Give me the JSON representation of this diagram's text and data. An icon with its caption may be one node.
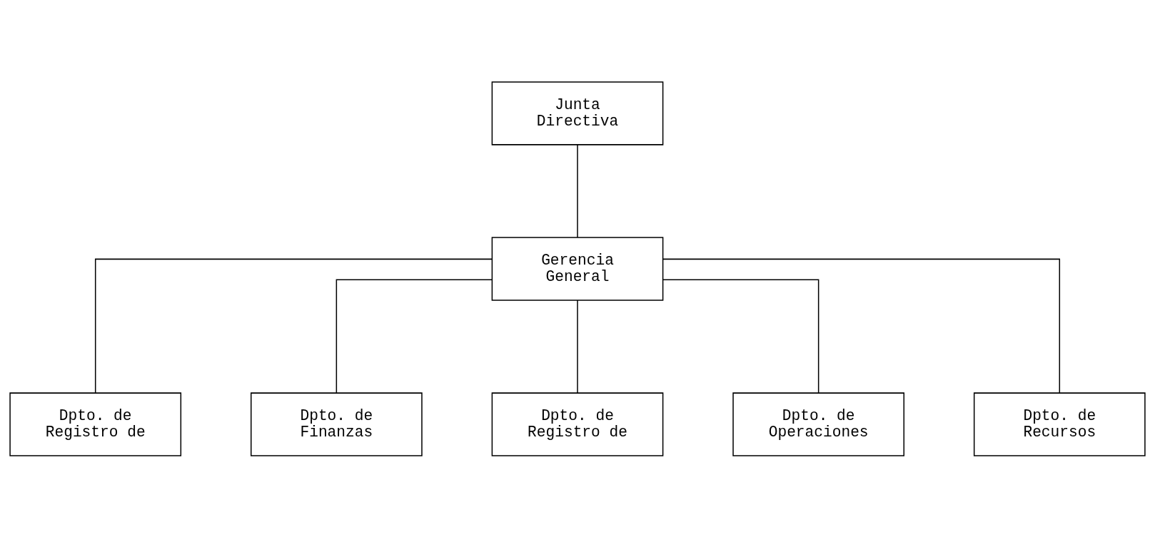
{
  "diagram": {
    "nodes": [
      {
        "text": [
          "Junta Directiva"
        ]
      },
      {
        "text": [
          "Gerencia General"
        ]
      },
      {
        "text": [
          "Dpto. de Registro de"
        ]
      },
      {
        "text": [
          "Dpto. de Finanzas"
        ]
      },
      {
        "text": [
          "Dpto. de Registro de"
        ]
      },
      {
        "text": [
          "Dpto. de Operaciones"
        ]
      },
      {
        "text": [
          "Dpto. de Recursos"
        ]
      }
    ],
    "edges": [
      {
        "from": 0,
        "to": 1,
        "arrow": "none"
      },
      {
        "from": 1,
        "to": 2,
        "arrow": "none"
      },
      {
        "from": 1,
        "to": 3,
        "arrow": "none"
      },
      {
        "from": 1,
        "to": 4,
        "arrow": "none"
      },
      {
        "from": 1,
        "to": 5,
        "arrow": "none"
      },
      {
        "from": 1,
        "to": 6,
        "arrow": "none"
      }
    ]
  }
}
